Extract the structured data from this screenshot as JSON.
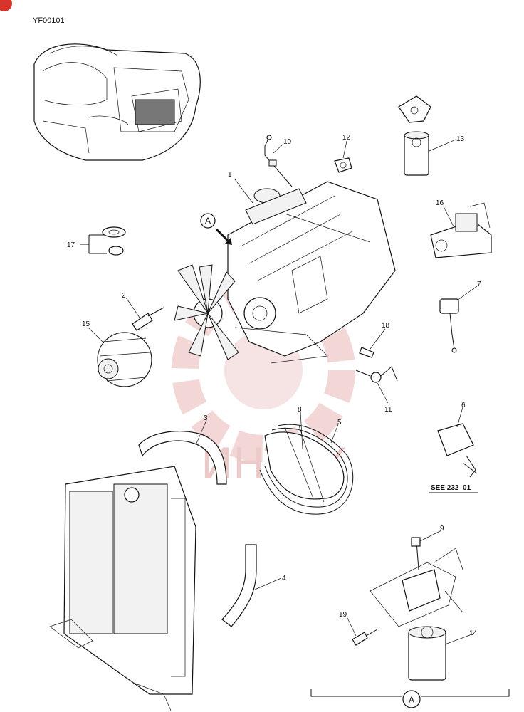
{
  "header": {
    "doc_code": "YF00101"
  },
  "watermark": {
    "text": "ИНТЕХ",
    "color": "#e8b9b9"
  },
  "corner_badge": {
    "color": "#d9342b"
  },
  "callouts": [
    {
      "id": "c1",
      "label": "1"
    },
    {
      "id": "c2",
      "label": "2"
    },
    {
      "id": "c3",
      "label": "3"
    },
    {
      "id": "c4",
      "label": "4"
    },
    {
      "id": "c5",
      "label": "5"
    },
    {
      "id": "c6",
      "label": "6"
    },
    {
      "id": "c7",
      "label": "7"
    },
    {
      "id": "c8",
      "label": "8"
    },
    {
      "id": "c9",
      "label": "9"
    },
    {
      "id": "c10",
      "label": "10"
    },
    {
      "id": "c11",
      "label": "11"
    },
    {
      "id": "c12",
      "label": "12"
    },
    {
      "id": "c13",
      "label": "13"
    },
    {
      "id": "c14",
      "label": "14"
    },
    {
      "id": "c15",
      "label": "15"
    },
    {
      "id": "c16",
      "label": "16"
    },
    {
      "id": "c17",
      "label": "17"
    },
    {
      "id": "c18",
      "label": "18"
    },
    {
      "id": "c19",
      "label": "19"
    }
  ],
  "view_marker": {
    "label": "A"
  },
  "detail_marker": {
    "label": "A"
  },
  "see_reference": {
    "text": "SEE 232–01"
  }
}
